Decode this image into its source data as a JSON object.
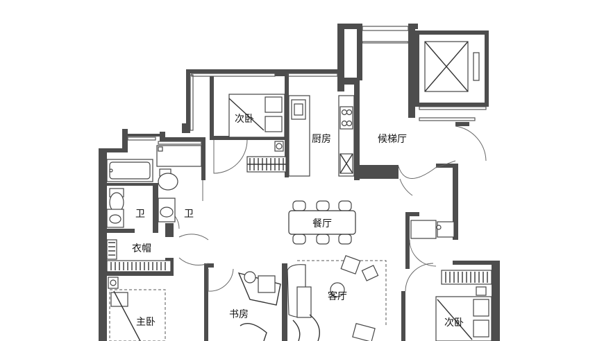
{
  "rooms": {
    "secondary_bedroom_top": "次卧",
    "kitchen": "厨房",
    "elevator_hall": "候梯厅",
    "bathroom_left": "卫",
    "bathroom_right": "卫",
    "dining": "餐厅",
    "cloakroom": "衣帽",
    "master_bedroom": "主卧",
    "study": "书房",
    "living_room": "客厅",
    "secondary_bedroom_right": "次卧"
  }
}
